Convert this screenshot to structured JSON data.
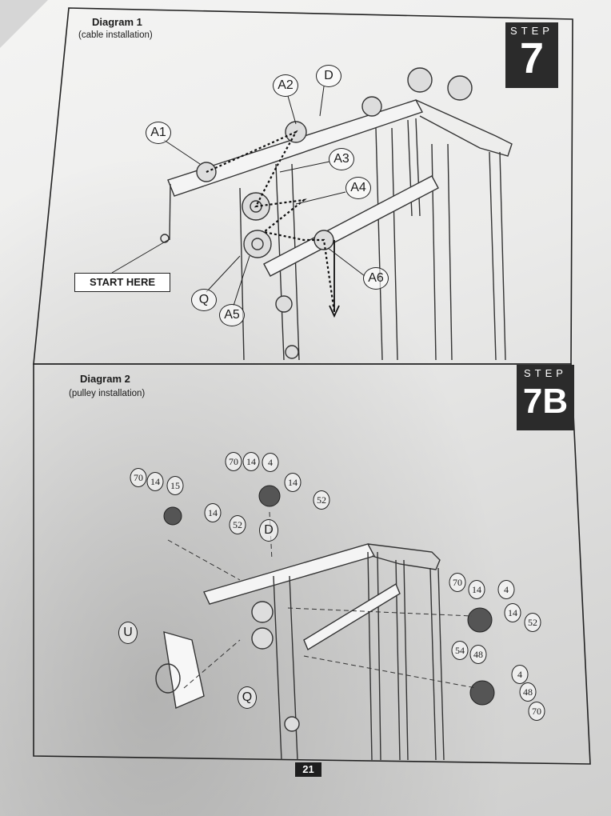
{
  "diagram1": {
    "title": "Diagram 1",
    "subtitle": "(cable installation)",
    "step_label": "STEP",
    "step_number": "7",
    "start_label": "START HERE",
    "callouts": [
      "A1",
      "A2",
      "D",
      "A3",
      "A4",
      "A6",
      "Q",
      "A5"
    ]
  },
  "diagram2": {
    "title": "Diagram 2",
    "subtitle": "(pulley installation)",
    "step_label": "STEP",
    "step_number": "7B",
    "callouts": [
      "70",
      "14",
      "4",
      "70",
      "14",
      "15",
      "14",
      "52",
      "14",
      "52",
      "D",
      "70",
      "14",
      "4",
      "14",
      "52",
      "54",
      "48",
      "4",
      "48",
      "70",
      "U",
      "Q"
    ]
  },
  "page_number": "21"
}
